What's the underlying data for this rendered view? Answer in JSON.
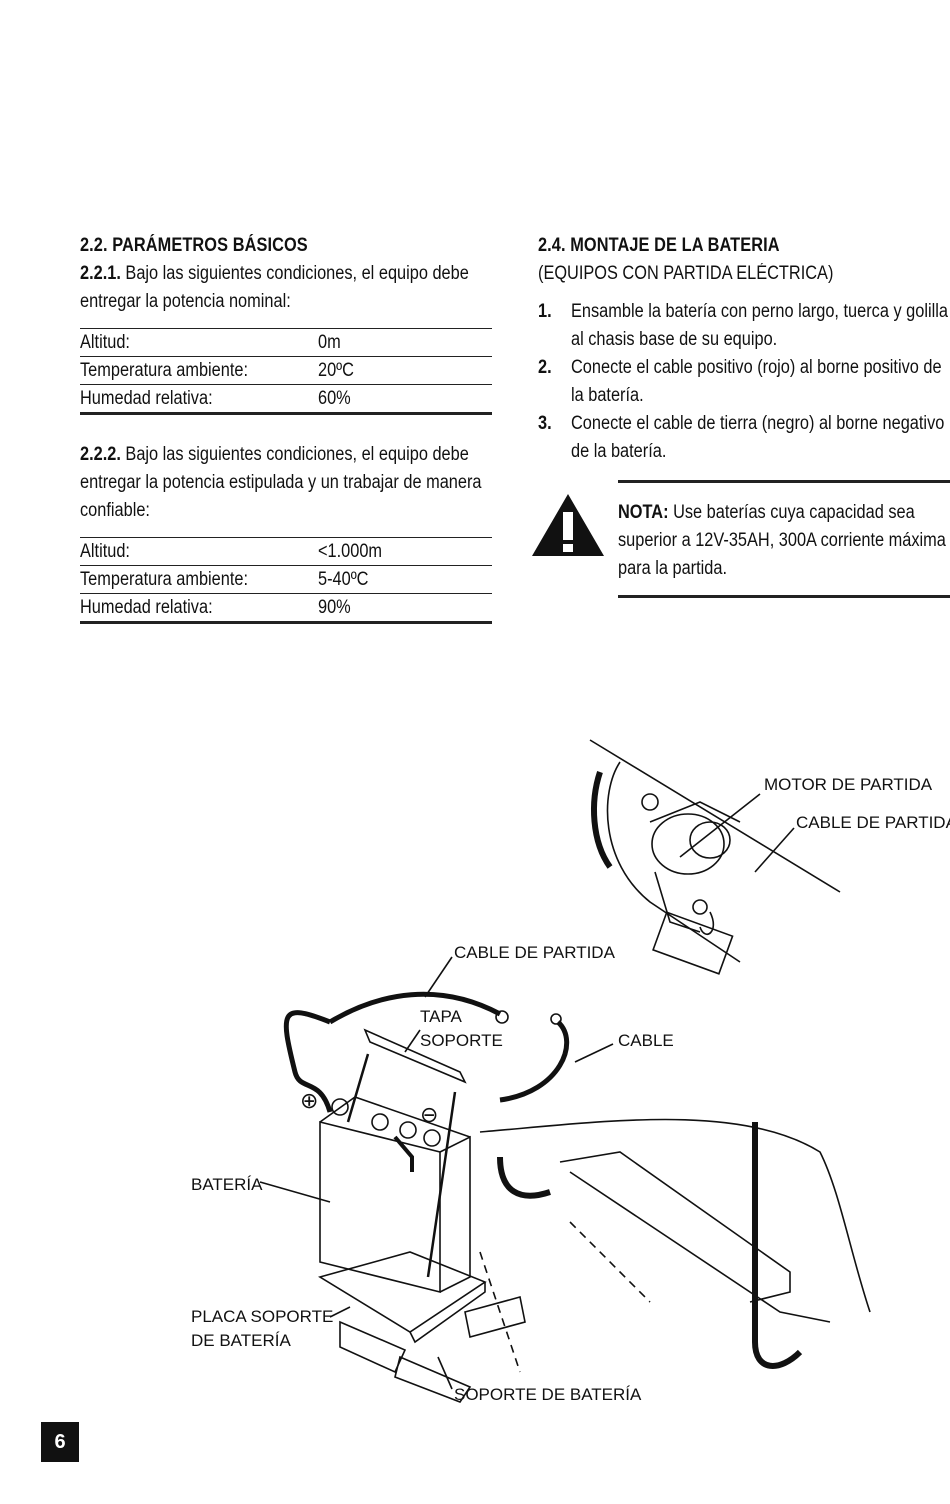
{
  "left": {
    "heading": "2.2. PARÁMETROS BÁSICOS",
    "block1": {
      "num": "2.2.1.",
      "text": " Bajo las siguientes condiciones, el equipo debe entregar la potencia nominal:",
      "rows": [
        {
          "label": "Altitud:",
          "value": "0m"
        },
        {
          "label": "Temperatura ambiente:",
          "value": "20ºC"
        },
        {
          "label": "Humedad relativa:",
          "value": "60%"
        }
      ]
    },
    "block2": {
      "num": "2.2.2.",
      "text": " Bajo las siguientes condiciones, el equipo debe entregar la potencia estipulada y un trabajar de manera confiable:",
      "rows": [
        {
          "label": "Altitud:",
          "value": "<1.000m"
        },
        {
          "label": "Temperatura ambiente:",
          "value": "5-40ºC"
        },
        {
          "label": "Humedad relativa:",
          "value": "90%"
        }
      ]
    }
  },
  "right": {
    "heading": "2.4. MONTAJE DE LA BATERIA",
    "subheading": "(EQUIPOS CON PARTIDA ELÉCTRICA)",
    "steps": [
      {
        "num": "1.",
        "text": "Ensamble la batería con perno largo, tuerca y golilla al chasis base de su equipo."
      },
      {
        "num": "2.",
        "text": "Conecte el cable positivo (rojo) al borne positivo de la batería."
      },
      {
        "num": "3.",
        "text": "Conecte el cable de tierra (negro) al borne negativo de la batería."
      }
    ],
    "note": {
      "label": "NOTA:",
      "text": " Use baterías cuya capacidad sea superior a 12V-35AH, 300A corriente máxima para la partida."
    }
  },
  "diagram": {
    "labels": {
      "motor": "MOTOR DE PARTIDA",
      "cable_partida_top": "CABLE DE PARTIDA",
      "cable_partida": "CABLE DE PARTIDA",
      "tapa": "TAPA",
      "soporte": "SOPORTE",
      "cable": "CABLE",
      "bateria": "BATERÍA",
      "placa1": "PLACA SOPORTE",
      "placa2": "DE BATERÍA",
      "soporte_bateria": "SOPORTE DE BATERÍA",
      "plus": "⊕",
      "minus": "⊖"
    }
  },
  "page_number": "6"
}
